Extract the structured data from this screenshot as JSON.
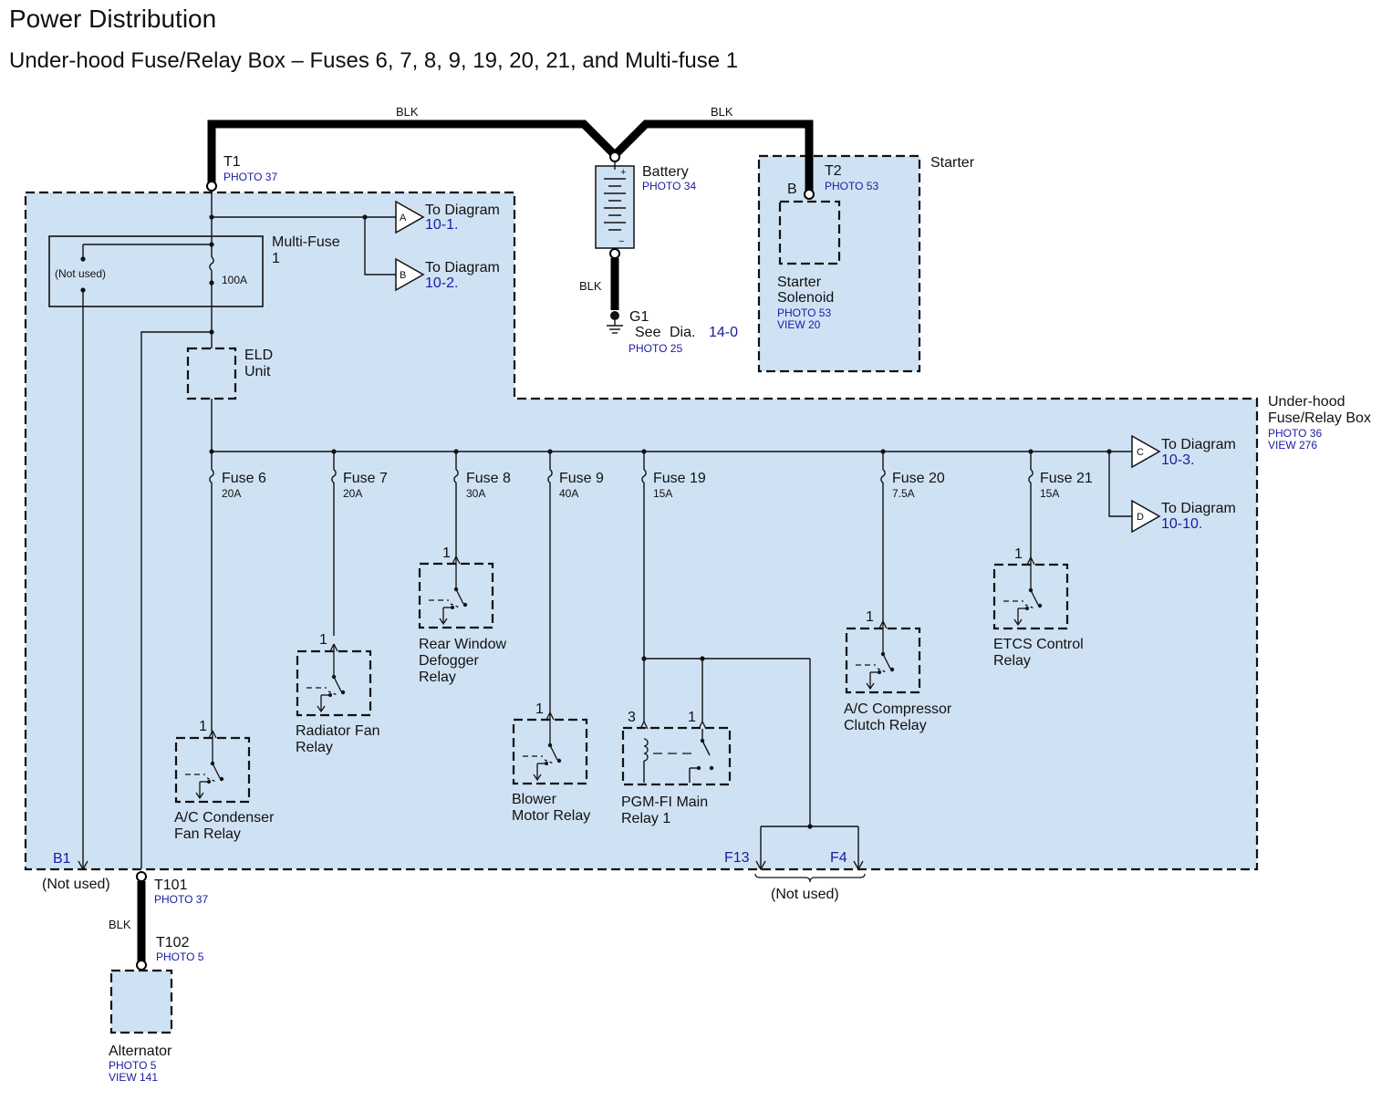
{
  "title": "Power Distribution",
  "subtitle": "Under-hood Fuse/Relay Box – Fuses 6, 7, 8, 9, 19, 20, 21, and Multi-fuse 1",
  "wire_color": "BLK",
  "terminals": {
    "t1": {
      "label": "T1",
      "photo": "PHOTO 37"
    },
    "t2": {
      "label": "T2",
      "photo": "PHOTO 53",
      "pin": "B"
    },
    "t101": {
      "label": "T101",
      "photo": "PHOTO 37"
    },
    "t102": {
      "label": "T102",
      "photo": "PHOTO 5"
    }
  },
  "battery": {
    "label": "Battery",
    "photo": "PHOTO 34"
  },
  "ground": {
    "label": "G1",
    "see_text": "See",
    "dia_text": "Dia.",
    "dia_ref": "14-0",
    "photo": "PHOTO 25"
  },
  "starter": {
    "title": "Starter",
    "solenoid_line1": "Starter",
    "solenoid_line2": "Solenoid",
    "photo": "PHOTO 53",
    "view": "VIEW 20"
  },
  "fuse_box": {
    "line1": "Under-hood",
    "line2": "Fuse/Relay Box",
    "photo": "PHOTO 36",
    "view": "VIEW 276"
  },
  "multi_fuse": {
    "line1": "Multi-Fuse",
    "line2": "1",
    "not_used": "(Not used)",
    "rating": "100A"
  },
  "eld": {
    "line1": "ELD",
    "line2": "Unit"
  },
  "to_diagram": [
    {
      "letter": "A",
      "text": "To Diagram",
      "ref": "10-1."
    },
    {
      "letter": "B",
      "text": "To Diagram",
      "ref": "10-2."
    },
    {
      "letter": "C",
      "text": "To Diagram",
      "ref": "10-3."
    },
    {
      "letter": "D",
      "text": "To Diagram",
      "ref": "10-10."
    }
  ],
  "fuses": [
    {
      "name": "Fuse 6",
      "rating": "20A"
    },
    {
      "name": "Fuse 7",
      "rating": "20A"
    },
    {
      "name": "Fuse 8",
      "rating": "30A"
    },
    {
      "name": "Fuse 9",
      "rating": "40A"
    },
    {
      "name": "Fuse 19",
      "rating": "15A"
    },
    {
      "name": "Fuse 20",
      "rating": "7.5A"
    },
    {
      "name": "Fuse 21",
      "rating": "15A"
    }
  ],
  "relays": [
    {
      "pin": "1",
      "line1": "A/C Condenser",
      "line2": "Fan Relay"
    },
    {
      "pin": "1",
      "line1": "Radiator Fan",
      "line2": "Relay"
    },
    {
      "pin": "1",
      "line1": "Rear Window",
      "line2": "Defogger",
      "line3": "Relay"
    },
    {
      "pin": "1",
      "line1": "Blower",
      "line2": "Motor Relay"
    },
    {
      "pin_a": "3",
      "pin_b": "1",
      "line1": "PGM-FI Main",
      "line2": "Relay 1"
    },
    {
      "pin": "1",
      "line1": "A/C Compressor",
      "line2": "Clutch Relay"
    },
    {
      "pin": "1",
      "line1": "ETCS Control",
      "line2": "Relay"
    }
  ],
  "connectors": {
    "b1": "B1",
    "f13": "F13",
    "f4": "F4",
    "not_used": "(Not used)"
  },
  "alternator": {
    "label": "Alternator",
    "photo": "PHOTO 5",
    "view": "VIEW 141"
  },
  "colors": {
    "box_fill": "#cfe2f3",
    "reference_blue": "#1a1aa0",
    "wire": "#000000"
  }
}
